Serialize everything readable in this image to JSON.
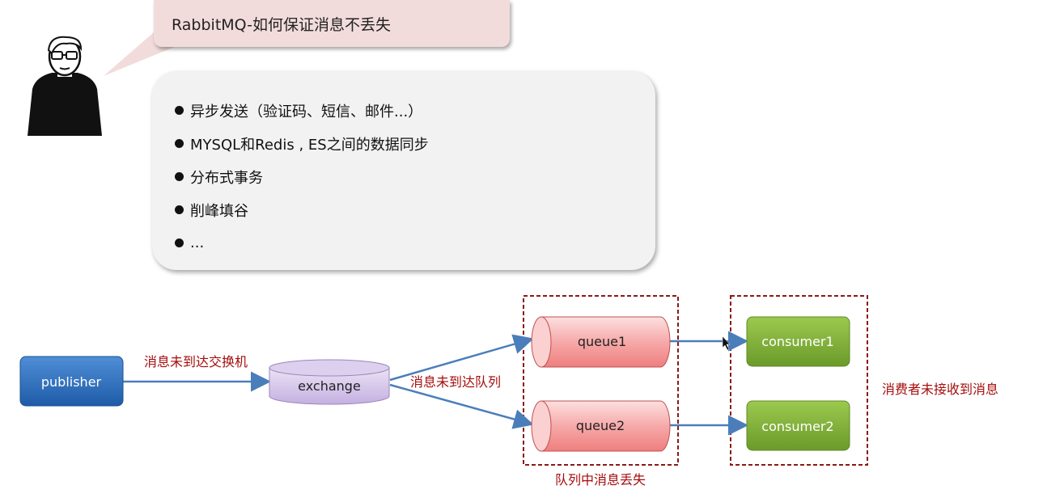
{
  "speech": {
    "title": "RabbitMQ-如何保证消息不丢失"
  },
  "bullets": [
    "异步发送（验证码、短信、邮件...）",
    "MYSQL和Redis , ES之间的数据同步",
    "分布式事务",
    "削峰填谷",
    "..."
  ],
  "diagram": {
    "publisher": "publisher",
    "exchange": "exchange",
    "queue1": "queue1",
    "queue2": "queue2",
    "consumer1": "consumer1",
    "consumer2": "consumer2",
    "label_not_reach_exchange": "消息未到达交换机",
    "label_not_reach_queue": "消息未到达队列",
    "label_queue_loss": "队列中消息丢失",
    "label_consumer_not_received": "消费者未接收到消息"
  },
  "colors": {
    "publisher": "#2e6bb8",
    "exchange": "#c9b6e4",
    "queue": "#f08a8a",
    "consumer": "#7fad35",
    "annotation": "#a50d0d",
    "arrow": "#4a7ebb"
  }
}
